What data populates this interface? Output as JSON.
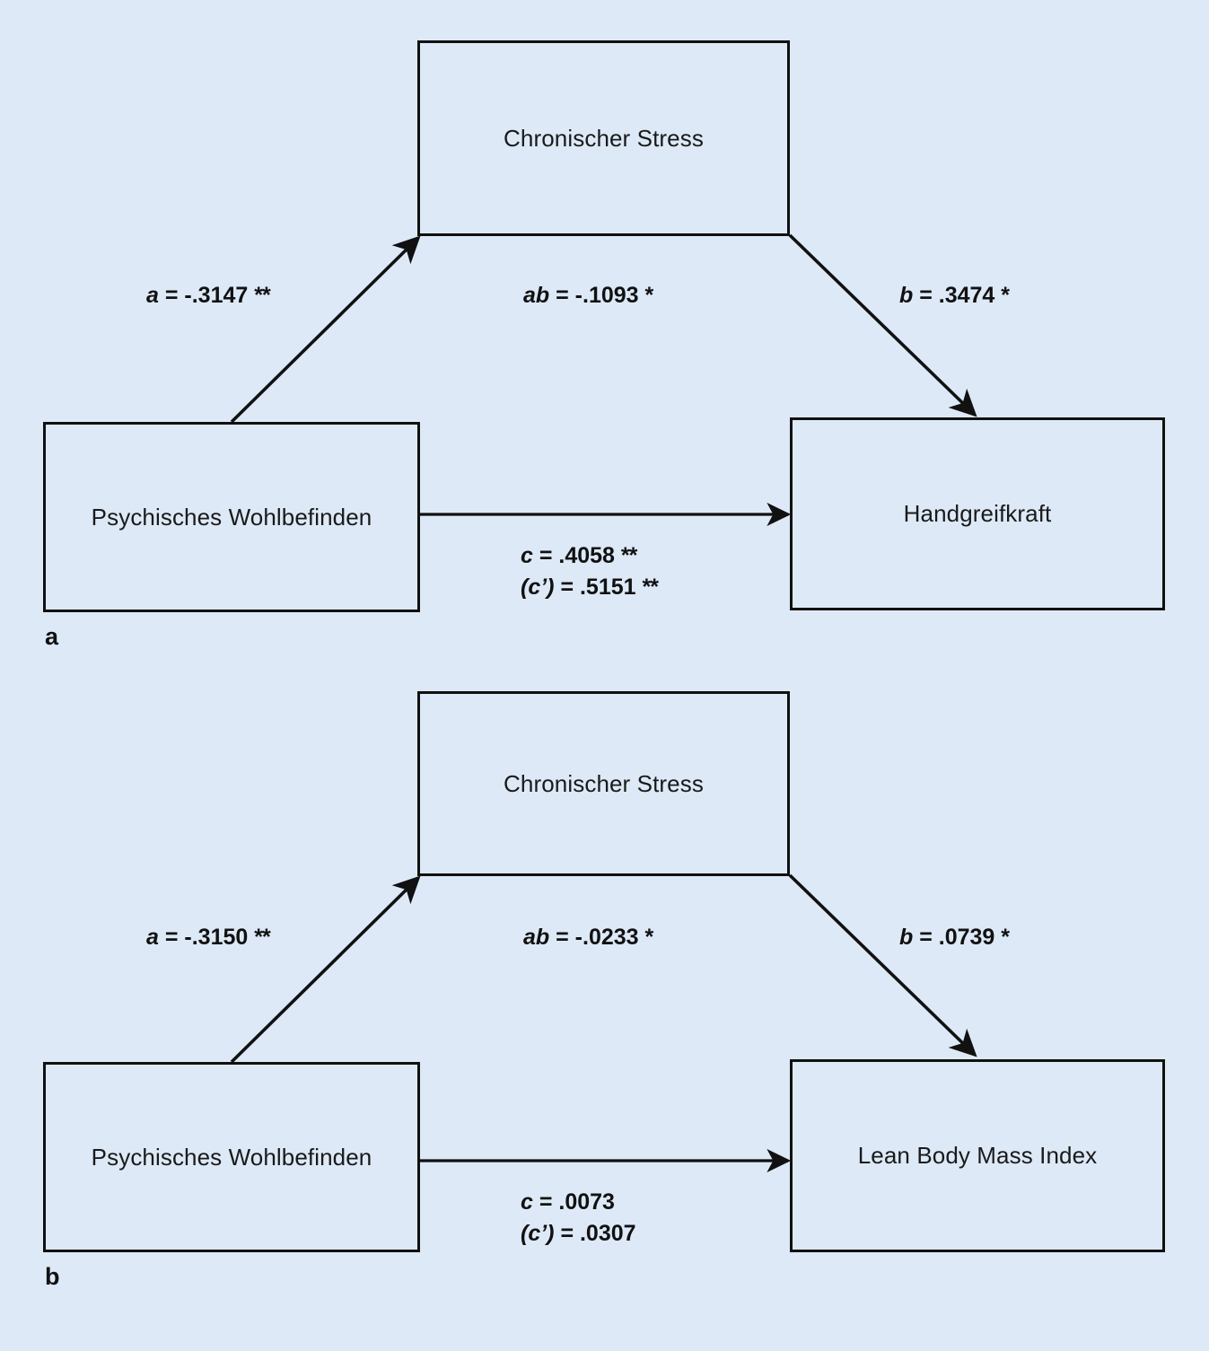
{
  "figure": {
    "background_color": "#dde9f7",
    "line_color": "#111111",
    "type": "mediation-path-diagram"
  },
  "panels": [
    {
      "tag": "a",
      "nodes": {
        "mediator": "Chronischer Stress",
        "predictor": "Psychisches Wohlbefinden",
        "outcome": "Handgreifkraft"
      },
      "paths": {
        "a": {
          "symbol": "a",
          "eq": " = -.3147",
          "stars": "**"
        },
        "ab": {
          "symbol": "ab",
          "eq": " = -.1093",
          "stars": "*"
        },
        "b": {
          "symbol": "b",
          "eq": " = .3474",
          "stars": "*"
        },
        "c": {
          "symbol": "c",
          "eq": " = .4058",
          "stars": "**"
        },
        "c_prime": {
          "symbol": "(c’)",
          "eq": " = .5151",
          "stars": "**"
        }
      }
    },
    {
      "tag": "b",
      "nodes": {
        "mediator": "Chronischer Stress",
        "predictor": "Psychisches Wohlbefinden",
        "outcome": "Lean Body Mass Index"
      },
      "paths": {
        "a": {
          "symbol": "a",
          "eq": " = -.3150",
          "stars": "**"
        },
        "ab": {
          "symbol": "ab",
          "eq": " = -.0233",
          "stars": "*"
        },
        "b": {
          "symbol": "b",
          "eq": " = .0739",
          "stars": "*"
        },
        "c": {
          "symbol": "c",
          "eq": " = .0073",
          "stars": ""
        },
        "c_prime": {
          "symbol": "(c’)",
          "eq": " = .0307",
          "stars": ""
        }
      }
    }
  ]
}
